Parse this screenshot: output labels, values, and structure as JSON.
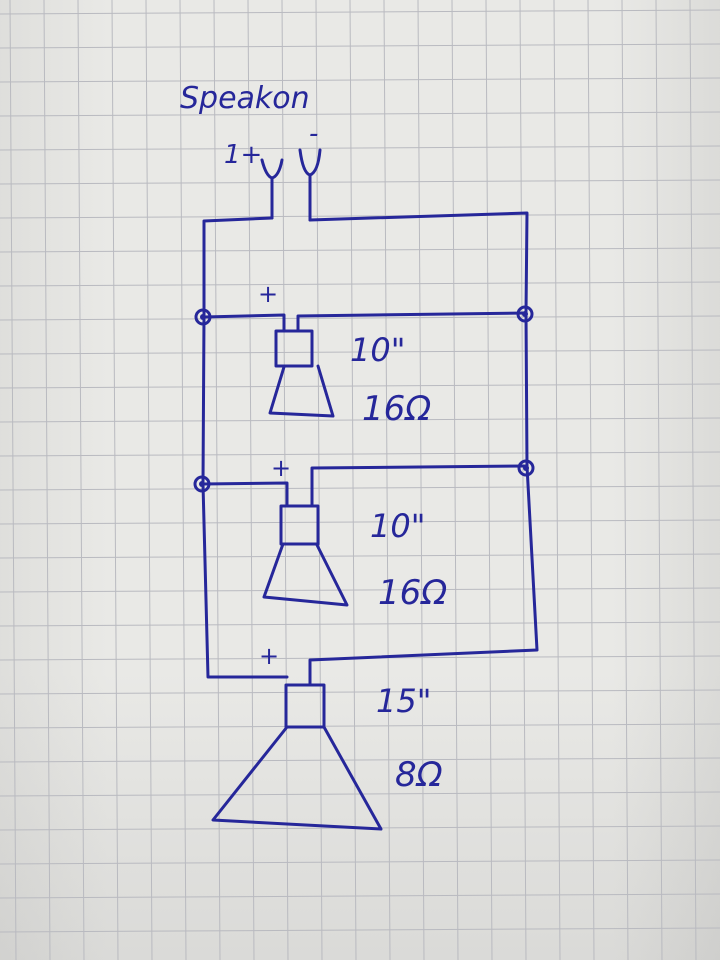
{
  "connector": {
    "title": "Speakon",
    "plus_label": "1+",
    "minus_label": "-"
  },
  "speakers": [
    {
      "polarity": "+",
      "size": "10\"",
      "impedance": "16Ω"
    },
    {
      "polarity": "+",
      "size": "10\"",
      "impedance": "16Ω"
    },
    {
      "polarity": "+",
      "size": "15\"",
      "impedance": "8Ω"
    }
  ],
  "colors": {
    "ink": "#26279a",
    "paper": "#e9e9e6",
    "grid": "#b9bac0"
  }
}
